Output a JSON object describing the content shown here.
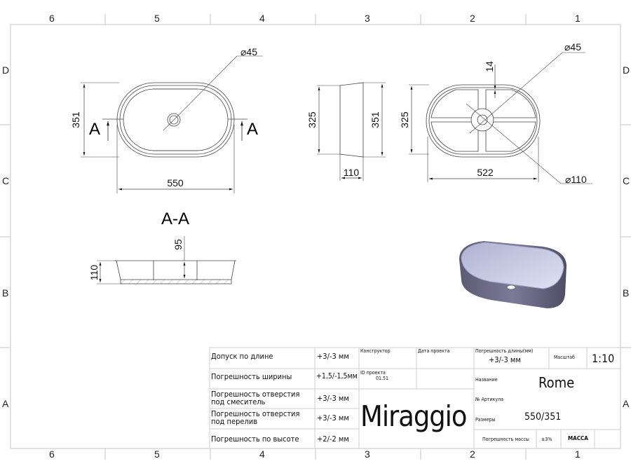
{
  "sheet": {
    "zones_columns": [
      "6",
      "5",
      "4",
      "3",
      "2",
      "1"
    ],
    "zones_rows": [
      "D",
      "C",
      "B",
      "A"
    ],
    "colors": {
      "line": "#333333",
      "frame": "#c8c8c8",
      "render_body": "#6e6a86",
      "render_inner": "#c9cde6"
    }
  },
  "views": {
    "top_view": {
      "dim_width": "550",
      "dim_height": "351",
      "dim_hole": "⌀45",
      "section_label_left": "A",
      "section_label_right": "A"
    },
    "side_view": {
      "dim_inner_height": "325",
      "dim_outer_height": "351",
      "dim_depth": "110"
    },
    "bottom_view": {
      "dim_hole": "⌀45",
      "dim_rib": "14",
      "dim_height": "325",
      "dim_width": "522",
      "dim_foot": "⌀110"
    },
    "section_view": {
      "title": "A-A",
      "dim_inner_depth": "95",
      "dim_total_height": "110"
    },
    "render_3d": {
      "label": "3d-preview"
    }
  },
  "title_block": {
    "tolerances": [
      {
        "label": "Допуск по длине",
        "value": "+3/-3 мм"
      },
      {
        "label": "Погрешность ширины",
        "value": "+1,5/-1,5мм"
      },
      {
        "label": "Погрешность отверстия под смеситель",
        "value": "+3/-3 мм"
      },
      {
        "label": "Погрешность отверстия под перелив",
        "value": "+3/-3 мм"
      },
      {
        "label": "Погрешность по высоте",
        "value": "+2/-2 мм"
      }
    ],
    "designer_label": "Конструктор",
    "project_date_label": "Дата проекта",
    "project_id_label": "ID проекта",
    "project_id_value": "01.51",
    "brand": "Miraggio",
    "length_tolerance_label": "Погрешность длины(мм)",
    "length_tolerance_value": "+3/-3 мм",
    "scale_label": "Масштаб",
    "scale_value": "1:10",
    "name_label": "Название",
    "name_value": "Rome",
    "article_label": "№ Артикула",
    "sizes_label": "Размеры",
    "sizes_value": "550/351",
    "mass_tolerance_label": "Погрешность массы",
    "mass_tolerance_value": "±3%",
    "mass_label": "МАССА"
  }
}
